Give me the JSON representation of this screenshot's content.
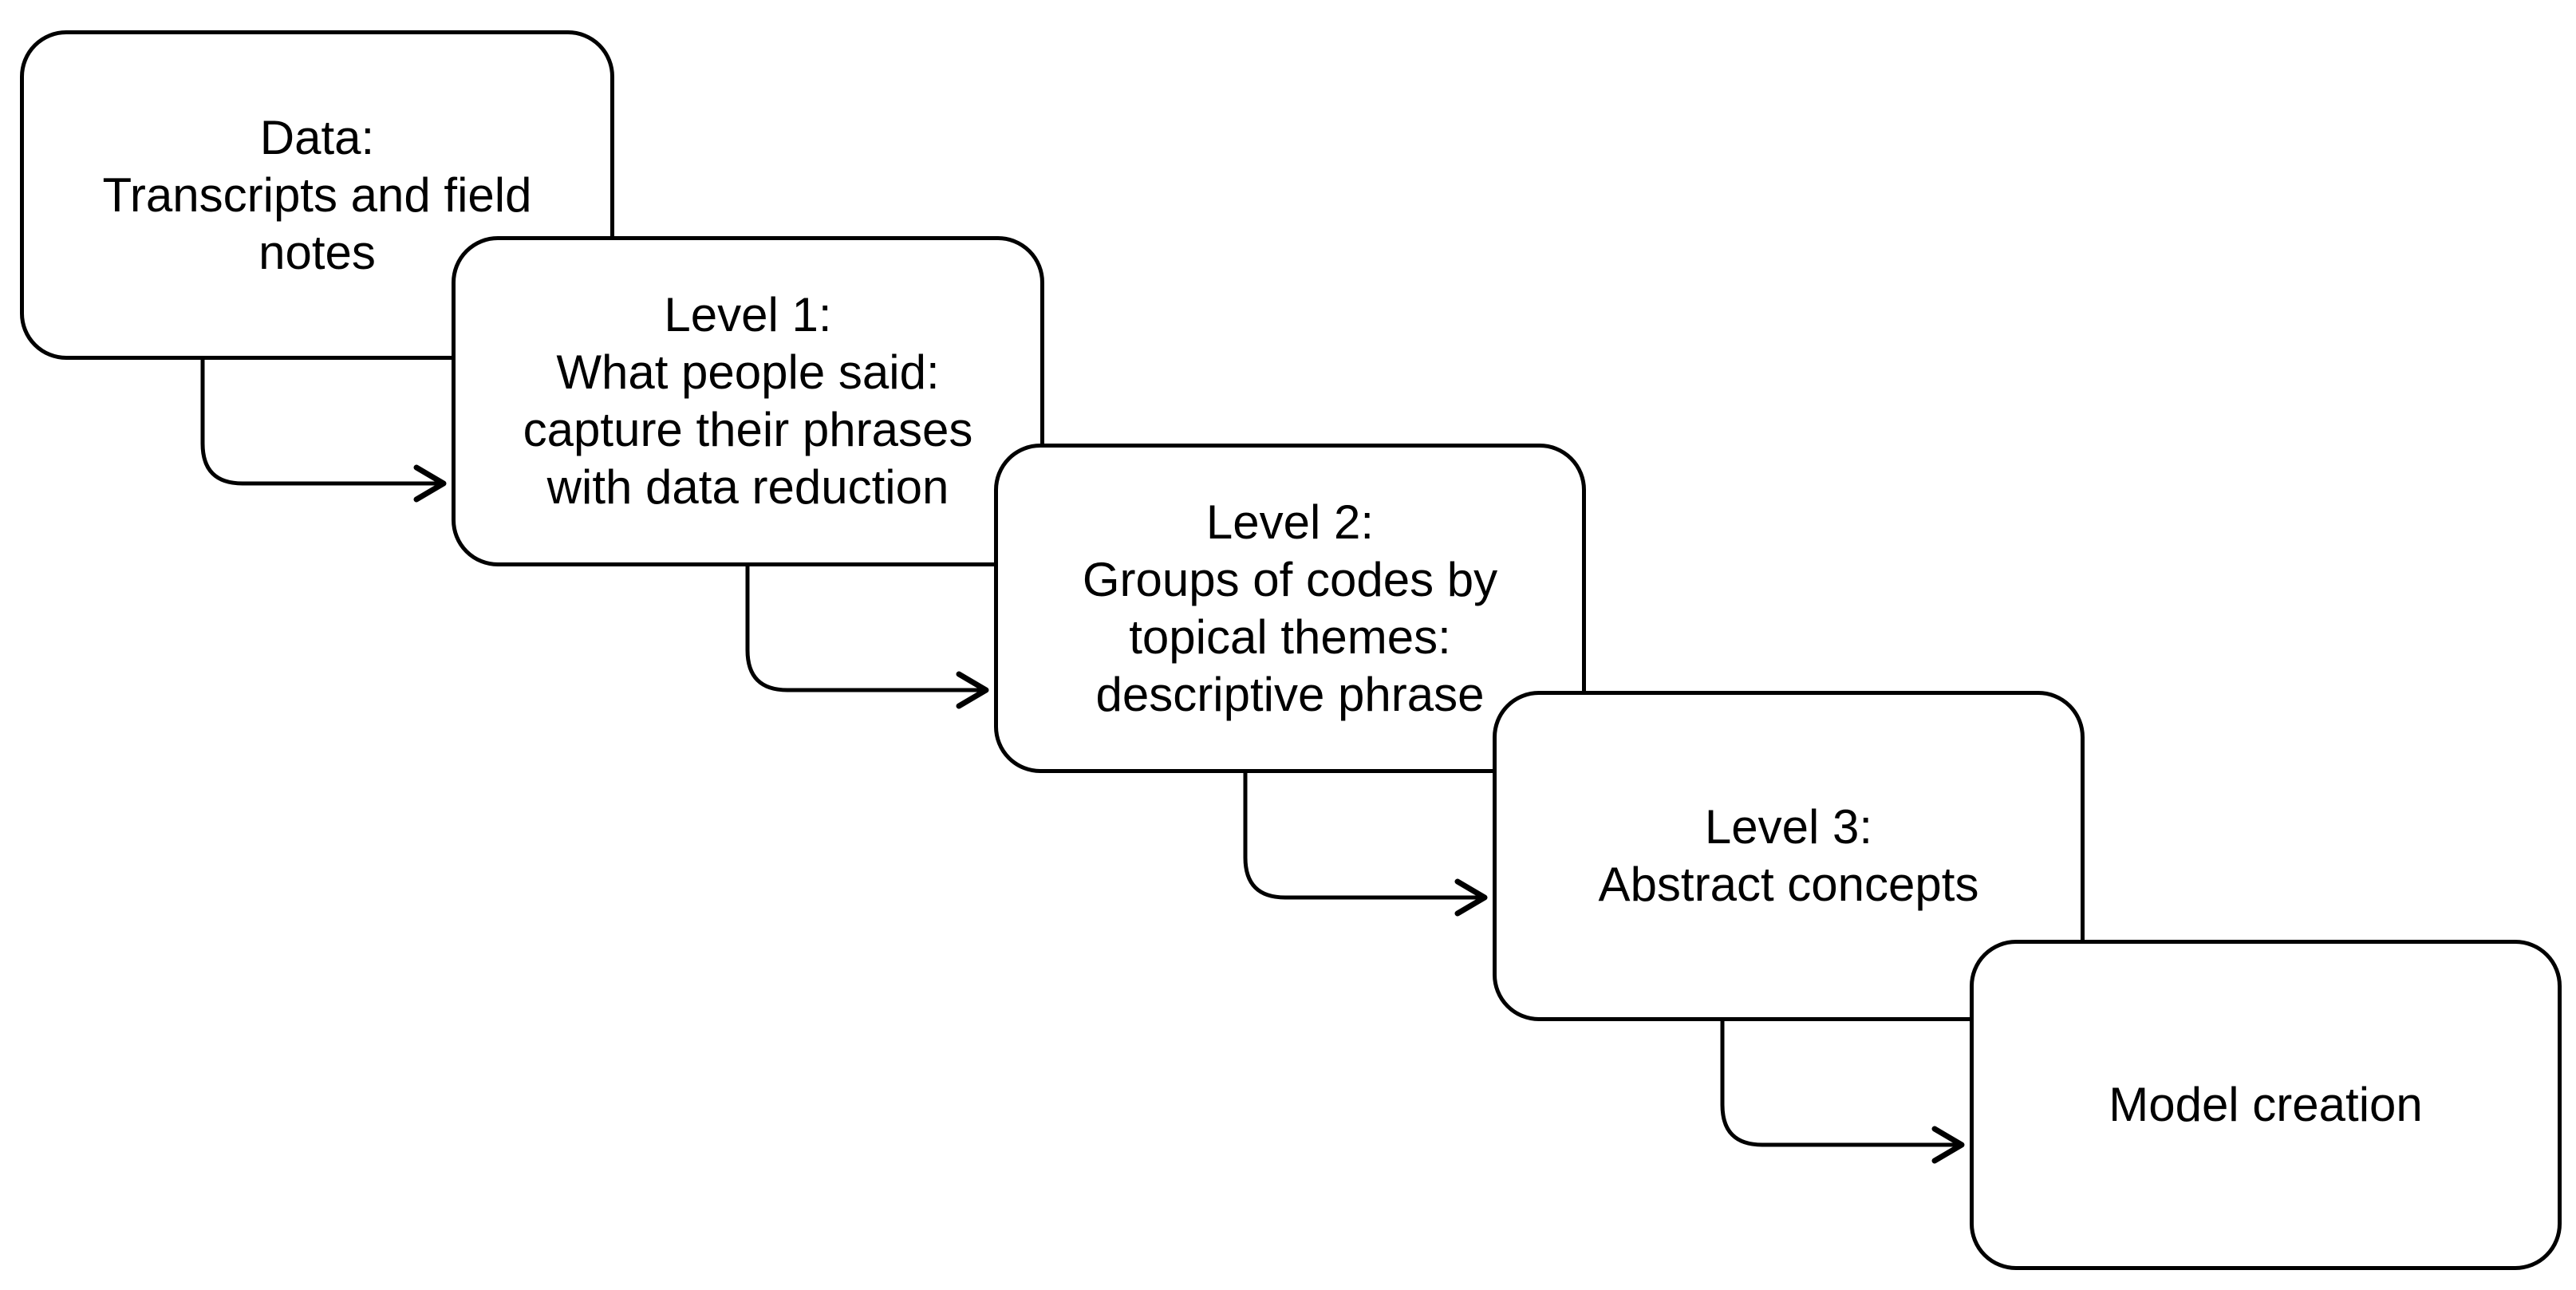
{
  "diagram": {
    "steps": [
      {
        "lines": [
          "Data:",
          "Transcripts and field",
          "notes"
        ]
      },
      {
        "lines": [
          "Level 1:",
          "What people said:",
          "capture their phrases",
          "with data reduction"
        ]
      },
      {
        "lines": [
          "Level 2:",
          "Groups of codes by",
          "topical themes:",
          "descriptive phrase"
        ]
      },
      {
        "lines": [
          "Level 3:",
          "Abstract concepts"
        ]
      },
      {
        "lines": [
          "Model creation"
        ]
      }
    ]
  }
}
